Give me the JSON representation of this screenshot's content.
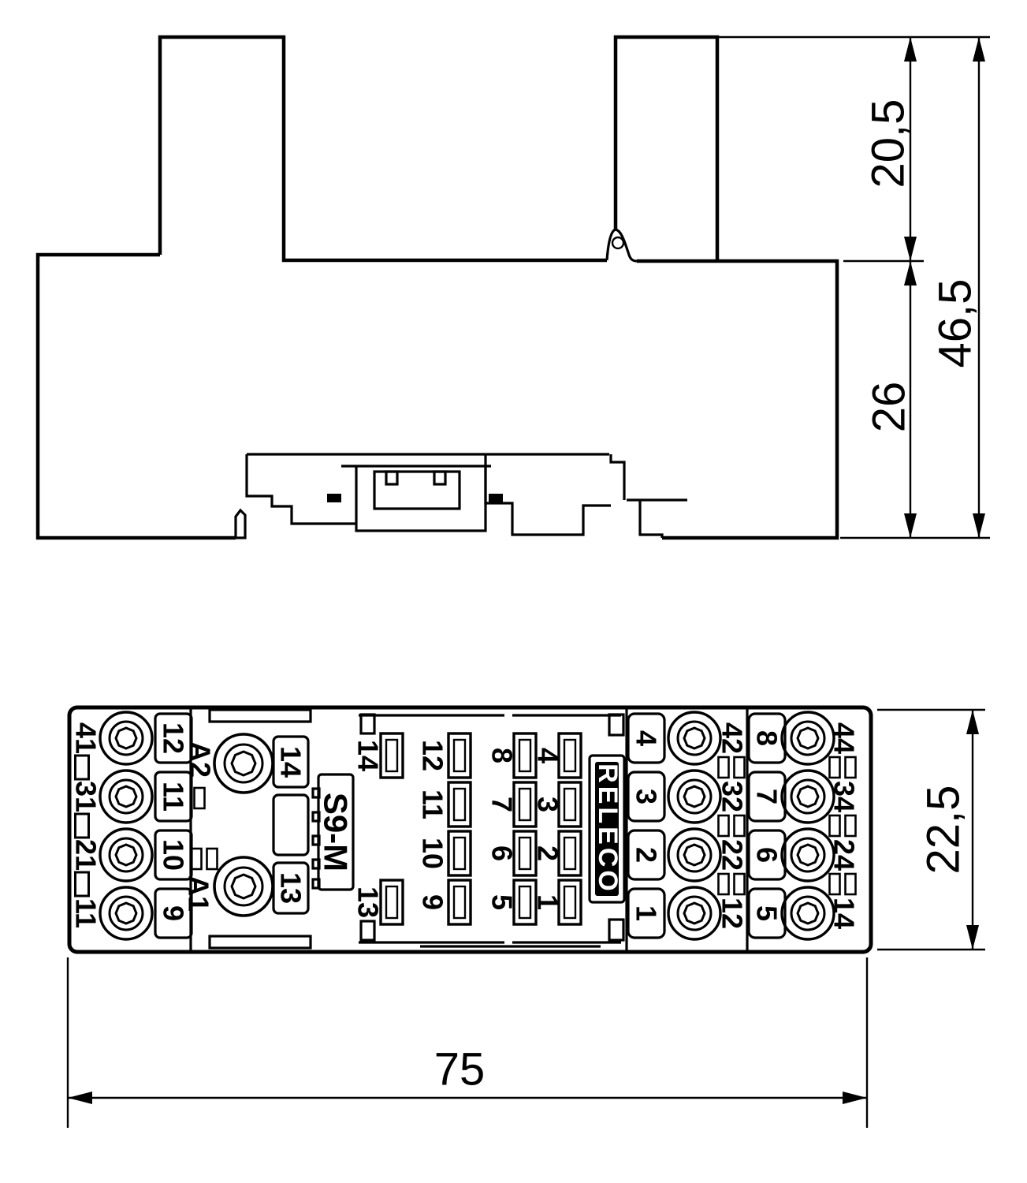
{
  "colors": {
    "line": "#000000",
    "background": "#ffffff"
  },
  "side_view": {
    "dim_upper": "20,5",
    "dim_lower": "26",
    "dim_total": "46,5"
  },
  "bottom_view": {
    "dim_width": "75",
    "dim_height": "22,5",
    "model": "S9-M",
    "brand": "RELECO",
    "coil_terminals": [
      "A2",
      "A1"
    ],
    "edge_contact_labels": [
      "41",
      "31",
      "21",
      "11"
    ],
    "left_terminal_numbers": [
      "12",
      "11",
      "10",
      "9"
    ],
    "coil_terminal_numbers": [
      "14",
      "13"
    ],
    "relay_pin_slots_coil": [
      "14",
      "13"
    ],
    "relay_pin_slots": [
      [
        "12",
        "11",
        "10",
        "9"
      ],
      [
        "8",
        "7",
        "6",
        "5"
      ],
      [
        "4",
        "3",
        "2",
        "1"
      ]
    ],
    "right_terminal_numbers_nc": [
      "4",
      "3",
      "2",
      "1"
    ],
    "right_contact_labels_nc": [
      "42",
      "32",
      "22",
      "12"
    ],
    "right_terminal_numbers_no": [
      "8",
      "7",
      "6",
      "5"
    ],
    "right_contact_labels_no": [
      "44",
      "34",
      "24",
      "14"
    ]
  }
}
